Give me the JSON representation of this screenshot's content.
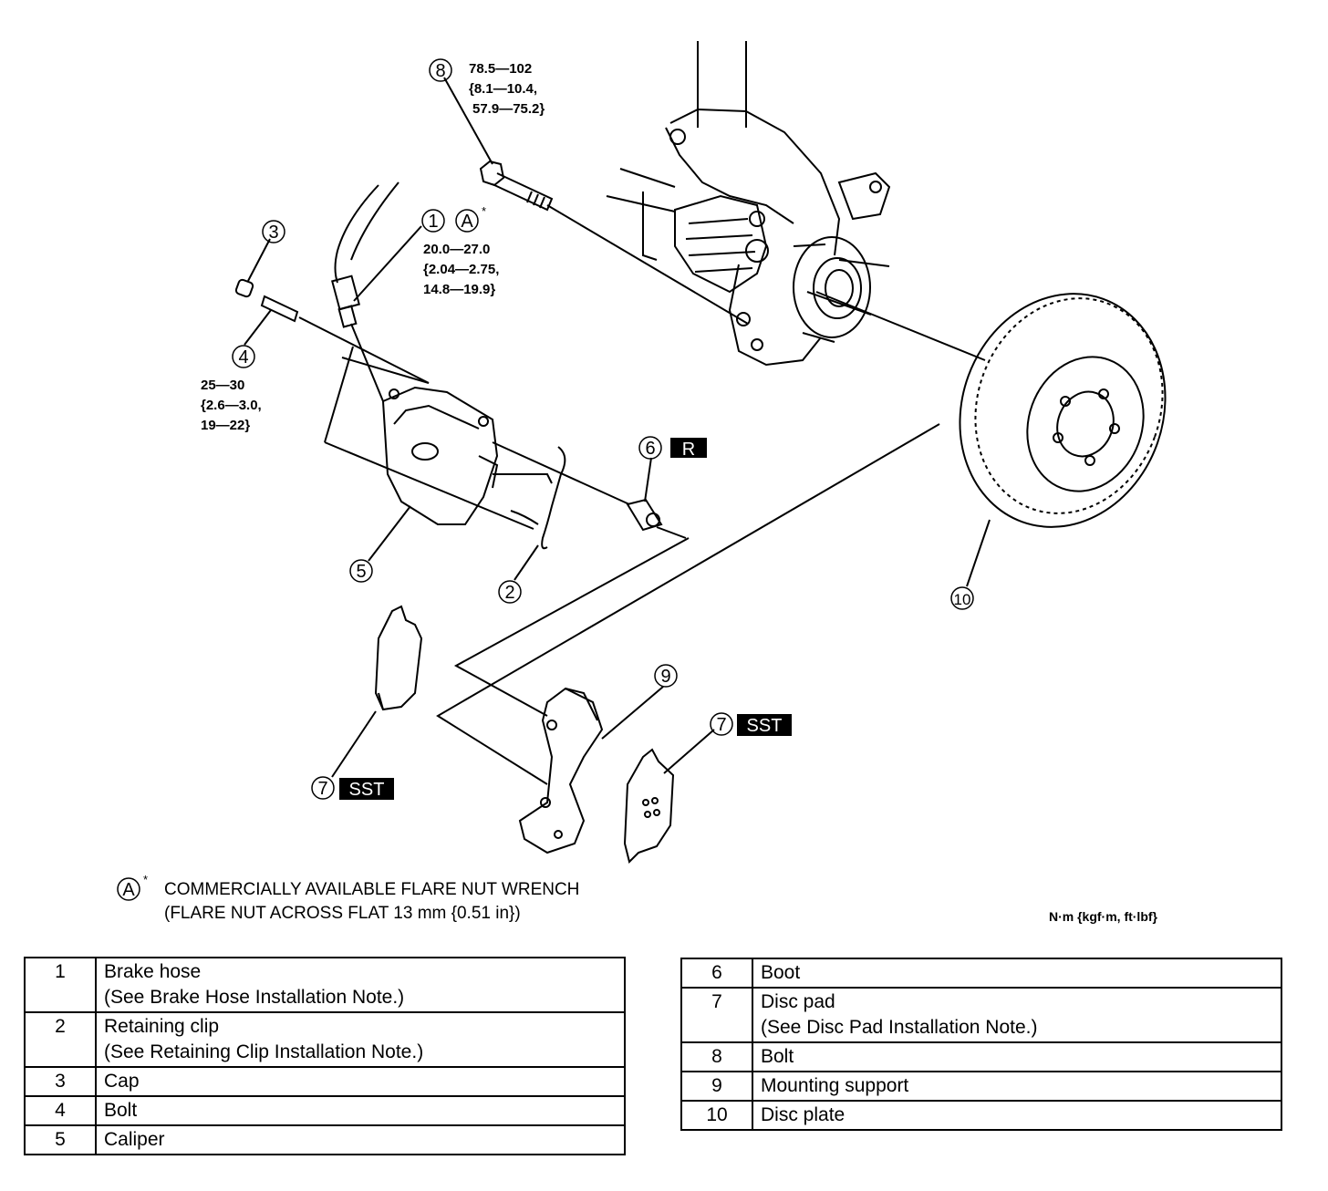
{
  "callouts": {
    "c1": "1",
    "c2": "2",
    "c3": "3",
    "c4": "4",
    "c5": "5",
    "c6": "6",
    "c7a": "7",
    "c7b": "7",
    "c8": "8",
    "c9": "9",
    "c10": "10",
    "cA": "A",
    "cA_star": "*"
  },
  "torque": {
    "bolt8": [
      "78.5—102",
      "{8.1—10.4,",
      "57.9—75.2}"
    ],
    "hose1": [
      "20.0—27.0",
      "{2.04—2.75,",
      "14.8—19.9}"
    ],
    "bolt4": [
      "25—30",
      "{2.6—3.0,",
      "19—22}"
    ]
  },
  "tags": {
    "r": "R",
    "sst1": "SST",
    "sst2": "SST"
  },
  "note": {
    "symbol": "A",
    "star": "*",
    "line1": "COMMERCIALLY AVAILABLE FLARE NUT WRENCH",
    "line2": "(FLARE NUT ACROSS FLAT 13 mm {0.51 in})"
  },
  "units": "N·m {kgf·m, ft·lbf}",
  "parts_left": [
    {
      "num": "1",
      "name": "Brake hose",
      "note": "(See Brake Hose Installation Note.)"
    },
    {
      "num": "2",
      "name": "Retaining clip",
      "note": "(See Retaining Clip Installation Note.)"
    },
    {
      "num": "3",
      "name": "Cap",
      "note": ""
    },
    {
      "num": "4",
      "name": "Bolt",
      "note": ""
    },
    {
      "num": "5",
      "name": "Caliper",
      "note": ""
    }
  ],
  "parts_right": [
    {
      "num": "6",
      "name": "Boot",
      "note": ""
    },
    {
      "num": "7",
      "name": "Disc pad",
      "note": "(See Disc Pad Installation Note.)"
    },
    {
      "num": "8",
      "name": "Bolt",
      "note": ""
    },
    {
      "num": "9",
      "name": "Mounting support",
      "note": ""
    },
    {
      "num": "10",
      "name": "Disc plate",
      "note": ""
    }
  ]
}
